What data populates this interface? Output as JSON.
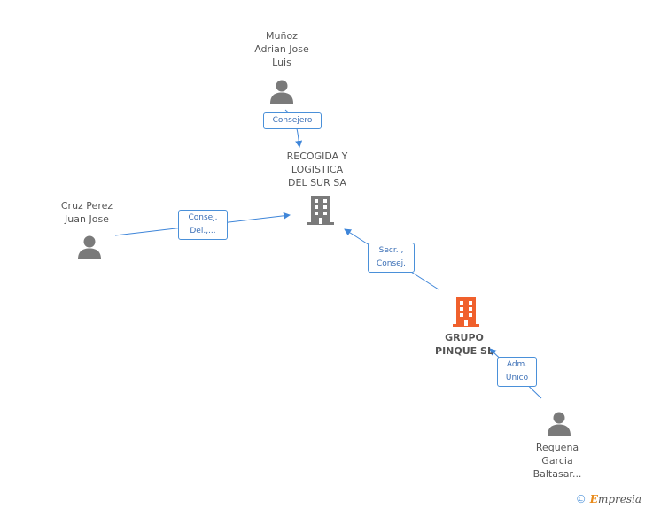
{
  "nodes": {
    "munoz": {
      "lines": [
        "Muñoz",
        "Adrian Jose",
        "Luis"
      ]
    },
    "recogida": {
      "lines": [
        "RECOGIDA Y",
        "LOGISTICA",
        "DEL SUR SA"
      ]
    },
    "cruz": {
      "lines": [
        "Cruz Perez",
        "Juan Jose"
      ]
    },
    "grupo": {
      "lines": [
        "GRUPO",
        "PINQUE SL"
      ]
    },
    "requena": {
      "lines": [
        "Requena",
        "Garcia",
        "Baltasar..."
      ]
    }
  },
  "edges": {
    "consejero": {
      "lines": [
        "Consejero"
      ]
    },
    "consej_del": {
      "lines": [
        "Consej.",
        "Del.,..."
      ]
    },
    "secr_consej": {
      "lines": [
        "Secr. ,",
        "Consej."
      ]
    },
    "adm_unico": {
      "lines": [
        "Adm.",
        "Unico"
      ]
    }
  },
  "colors": {
    "edge": "#3f86d9",
    "person_icon": "#7a7a7a",
    "company_icon": "#7a7a7a",
    "main_company_icon": "#f0602c"
  },
  "footer": {
    "copyright": "©",
    "brand_initial": "E",
    "brand_rest": "mpresia"
  }
}
